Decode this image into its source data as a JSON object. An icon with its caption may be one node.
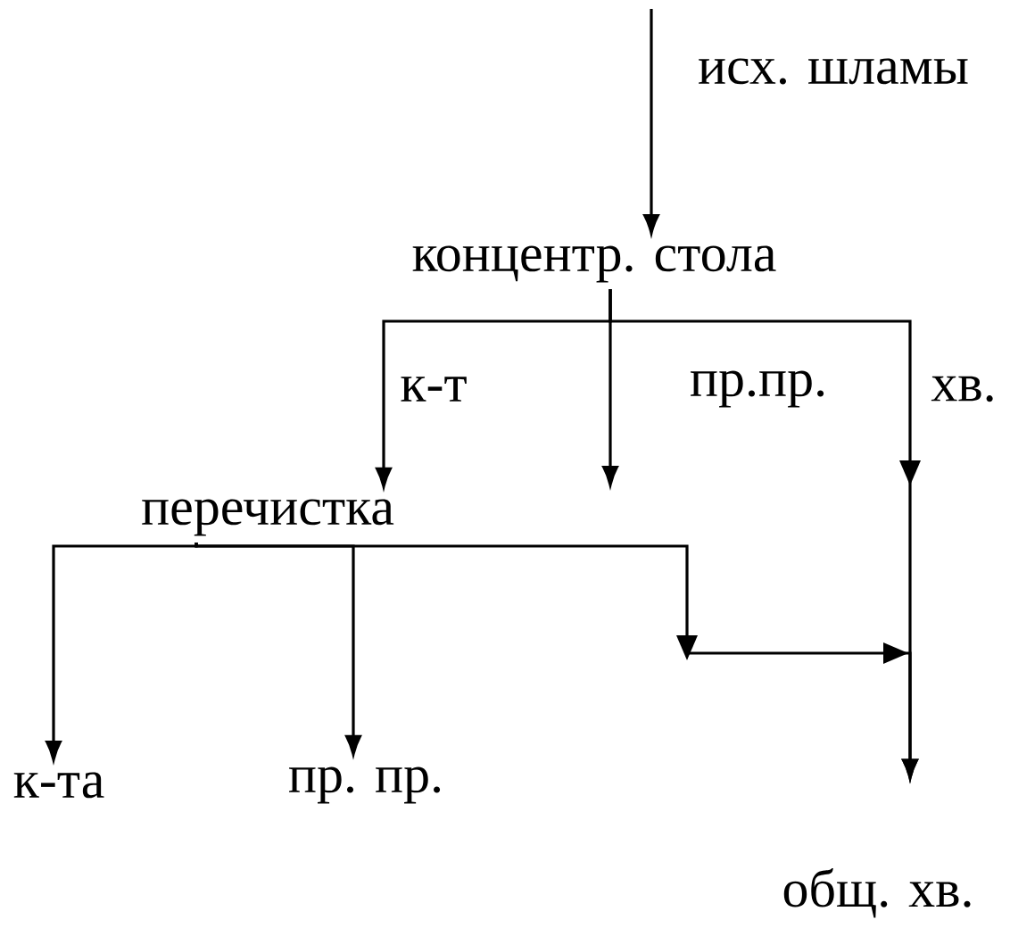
{
  "diagram": {
    "nodes": [
      {
        "text": [
          "концентр. стола"
        ]
      },
      {
        "text": [
          "перечистка"
        ]
      },
      {
        "text": [
          "к-та"
        ]
      },
      {
        "text": [
          "пр. пр."
        ]
      },
      {
        "text": [
          "общ. хв."
        ]
      }
    ],
    "edges": [
      {
        "from": null,
        "to": 0,
        "arrow": "to",
        "label": "исх. шламы"
      },
      {
        "from": 0,
        "to": 1,
        "arrow": "to",
        "label": "к-т"
      },
      {
        "from": 0,
        "to": null,
        "arrow": "to",
        "label": "пр.пр."
      },
      {
        "from": 0,
        "to": 4,
        "arrow": "to",
        "label": "хв."
      },
      {
        "from": 1,
        "to": 2,
        "arrow": "to"
      },
      {
        "from": 1,
        "to": 3,
        "arrow": "to"
      },
      {
        "from": 1,
        "to": 4,
        "arrow": "to"
      }
    ]
  }
}
